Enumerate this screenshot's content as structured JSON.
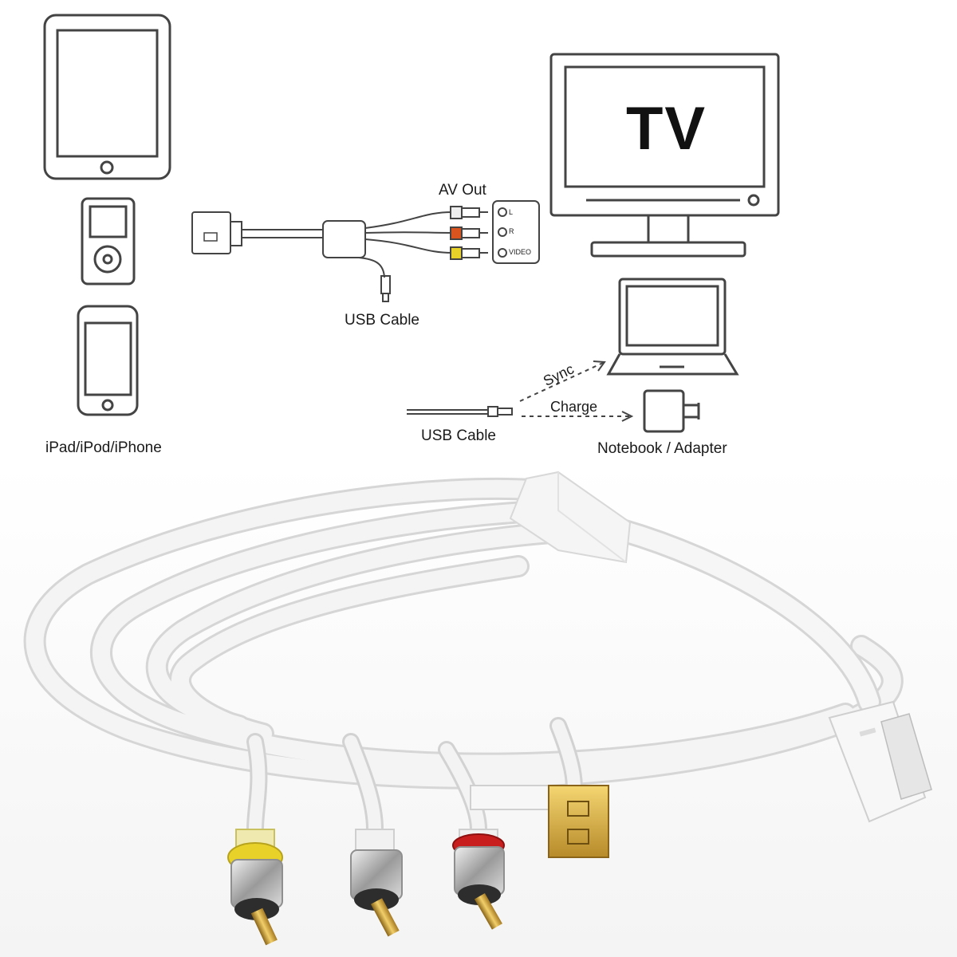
{
  "diagram": {
    "devices_label": "iPad/iPod/iPhone",
    "av_out_label": "AV Out",
    "port_labels": {
      "left": "L",
      "right": "R",
      "video": "VIDEO"
    },
    "usb_cable_top_label": "USB Cable",
    "tv_label": "TV",
    "sync_label": "Sync",
    "charge_label": "Charge",
    "usb_cable_bottom_label": "USB Cable",
    "notebook_adapter_label": "Notebook / Adapter"
  },
  "colors": {
    "line": "#444444",
    "rca_red": "#d9541e",
    "rca_yellow": "#e8d22a",
    "cable_white": "#f2f2f2",
    "gold": "#d8a93a"
  }
}
